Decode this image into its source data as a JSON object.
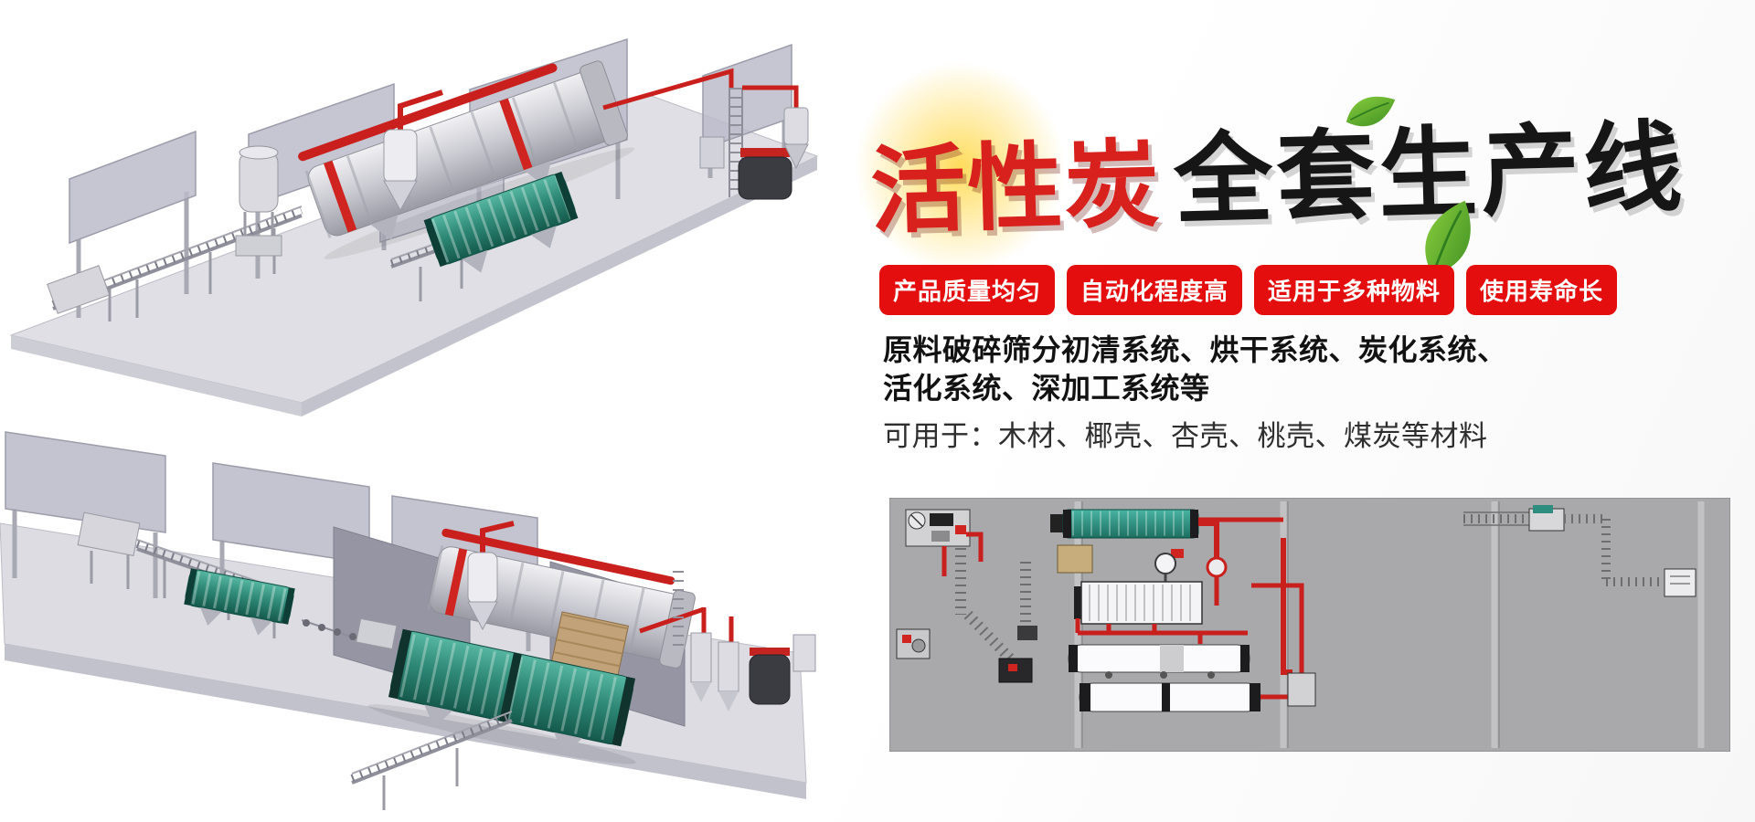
{
  "page": {
    "background": "#ffffff"
  },
  "hero": {
    "title": {
      "red": "活性炭",
      "black": "全套生产线"
    },
    "badges": [
      "产品质量均匀",
      "自动化程度高",
      "适用于多种物料",
      "使用寿命长"
    ],
    "description": {
      "line1": "原料破碎筛分初清系统、烘干系统、炭化系统、",
      "line2": "活化系统、深加工系统等",
      "materials": "可用于：木材、椰壳、杏壳、桃壳、煤炭等材料"
    },
    "colors": {
      "badge_red": "#e50e0e",
      "title_red": "#d8201c",
      "title_black": "#161616",
      "leaf_green": "#5aa82d",
      "pipe_red": "#c9201d",
      "drum_green": "#2f8a77",
      "diagram_gray": "#a9a9ab"
    }
  }
}
